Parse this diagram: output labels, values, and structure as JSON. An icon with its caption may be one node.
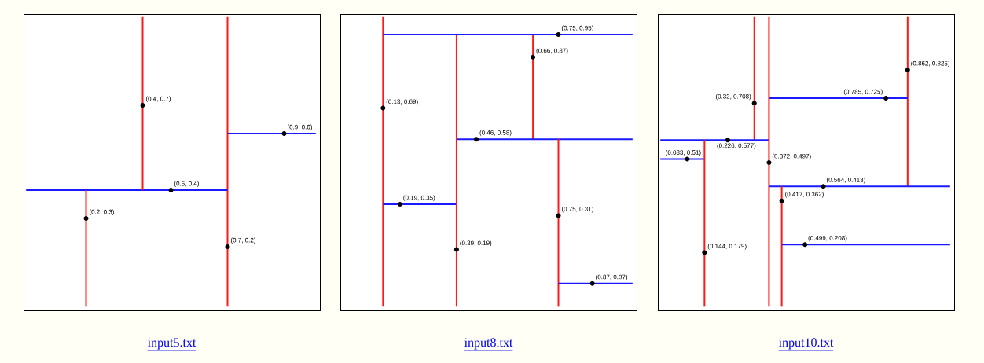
{
  "diagram": {
    "nodes": [
      {
        "text": [
          "input5.txt"
        ]
      },
      {
        "text": [],
        "shape": "circle",
        "in": 0,
        "beside": [
          "(0.7, 0.2)"
        ]
      },
      {
        "text": [],
        "shape": "circle",
        "in": 0,
        "beside": [
          "(0.5, 0.4)"
        ]
      },
      {
        "text": [],
        "shape": "circle",
        "in": 0,
        "beside": [
          "(0.4, 0.7)"
        ]
      },
      {
        "text": [],
        "shape": "circle",
        "in": 0,
        "beside": [
          "(0.2, 0.3)"
        ]
      },
      {
        "text": [],
        "shape": "circle",
        "in": 0,
        "beside": [
          "(0.9, 0.6)"
        ]
      },
      {
        "text": [
          "input8.txt"
        ]
      },
      {
        "text": [],
        "shape": "circle",
        "in": 6,
        "beside": [
          "(0.13, 0.69)"
        ]
      },
      {
        "text": [],
        "shape": "circle",
        "in": 6,
        "beside": [
          "(0.75, 0.95)"
        ]
      },
      {
        "text": [],
        "shape": "circle",
        "in": 6,
        "beside": [
          "(0.66, 0.87)"
        ]
      },
      {
        "text": [],
        "shape": "circle",
        "in": 6,
        "beside": [
          "(0.46, 0.58)"
        ]
      },
      {
        "text": [],
        "shape": "circle",
        "in": 6,
        "beside": [
          "(0.19, 0.35)"
        ]
      },
      {
        "text": [],
        "shape": "circle",
        "in": 6,
        "beside": [
          "(0.75, 0.31)"
        ]
      },
      {
        "text": [],
        "shape": "circle",
        "in": 6,
        "beside": [
          "(0.39, 0.19)"
        ]
      },
      {
        "text": [],
        "shape": "circle",
        "in": 6,
        "beside": [
          "(0.87, 0.07)"
        ]
      },
      {
        "text": [
          "input10.txt"
        ]
      },
      {
        "text": [],
        "shape": "circle",
        "in": 15,
        "beside": [
          "(0.862, 0.825)"
        ]
      },
      {
        "text": [],
        "shape": "circle",
        "in": 15,
        "beside": [
          "(0.785, 0.725)"
        ]
      },
      {
        "text": [],
        "shape": "circle",
        "in": 15,
        "beside": [
          "(0.32, 0.708)"
        ]
      },
      {
        "text": [],
        "shape": "circle",
        "in": 15,
        "beside": [
          "(0.226, 0.577)"
        ]
      },
      {
        "text": [],
        "shape": "circle",
        "in": 15,
        "beside": [
          "(0.083, 0.51)"
        ]
      },
      {
        "text": [],
        "shape": "circle",
        "in": 15,
        "beside": [
          "(0.372, 0.497)"
        ]
      },
      {
        "text": [],
        "shape": "circle",
        "in": 15,
        "beside": [
          "(0.564, 0.413)"
        ]
      },
      {
        "text": [],
        "shape": "circle",
        "in": 15,
        "beside": [
          "(0.417, 0.362)"
        ]
      },
      {
        "text": [],
        "shape": "circle",
        "in": 15,
        "beside": [
          "(0.499, 0.208)"
        ]
      },
      {
        "text": [],
        "shape": "circle",
        "in": 15,
        "beside": [
          "(0.144, 0.179)"
        ]
      }
    ]
  }
}
